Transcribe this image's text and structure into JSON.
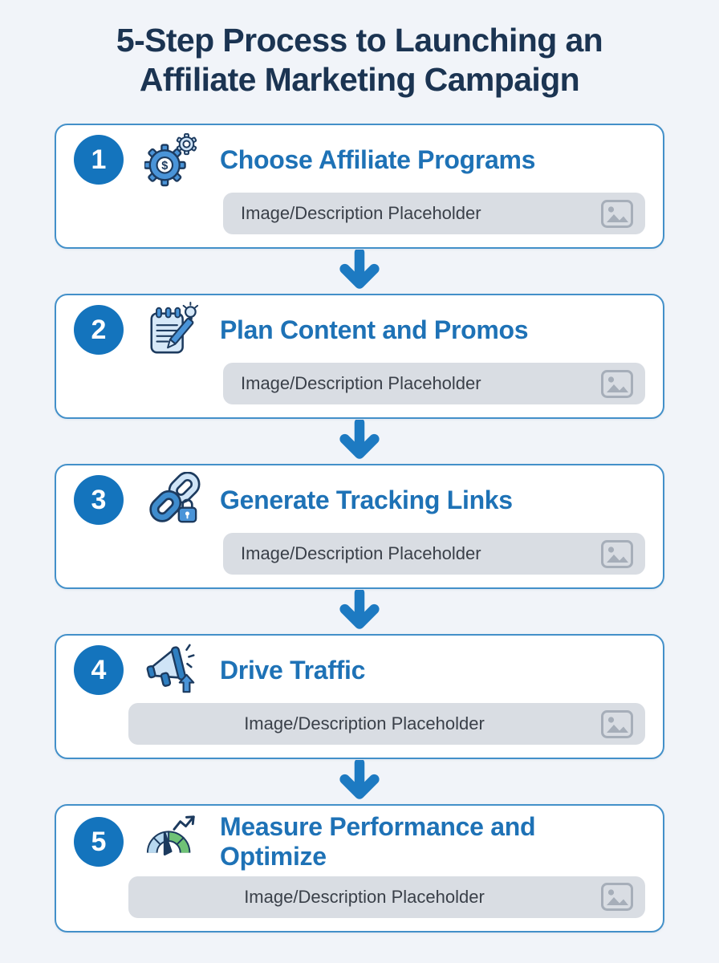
{
  "title": "5-Step Process to Launching an Affiliate Marketing Campaign",
  "placeholder_label": "Image/Description Placeholder",
  "steps": [
    {
      "number": "1",
      "title": "Choose Affiliate Programs",
      "icon": "money-gear-icon"
    },
    {
      "number": "2",
      "title": "Plan Content and Promos",
      "icon": "notepad-idea-icon"
    },
    {
      "number": "3",
      "title": "Generate Tracking Links",
      "icon": "chain-link-lock-icon"
    },
    {
      "number": "4",
      "title": "Drive Traffic",
      "icon": "megaphone-icon"
    },
    {
      "number": "5",
      "title": "Measure Performance and Optimize",
      "icon": "gauge-growth-icon"
    }
  ],
  "icons": {
    "dollar_glyph": "$"
  },
  "connector_icon": "down-arrow-icon",
  "colors": {
    "background": "#f1f4f9",
    "card_background": "#ffffff",
    "card_border": "#4390c9",
    "step_circle": "#1474bd",
    "step_title_text": "#1e72b6",
    "main_title_text": "#1b3452",
    "arrow": "#1d7ac2",
    "icon_navy": "#1c3a5e",
    "icon_blue": "#4a94d8",
    "icon_light_blue": "#cfe4f7",
    "icon_green": "#6fc276",
    "placeholder_background": "#d9dde3",
    "placeholder_text": "#3a4049",
    "placeholder_icon": "#a6aeb9"
  }
}
